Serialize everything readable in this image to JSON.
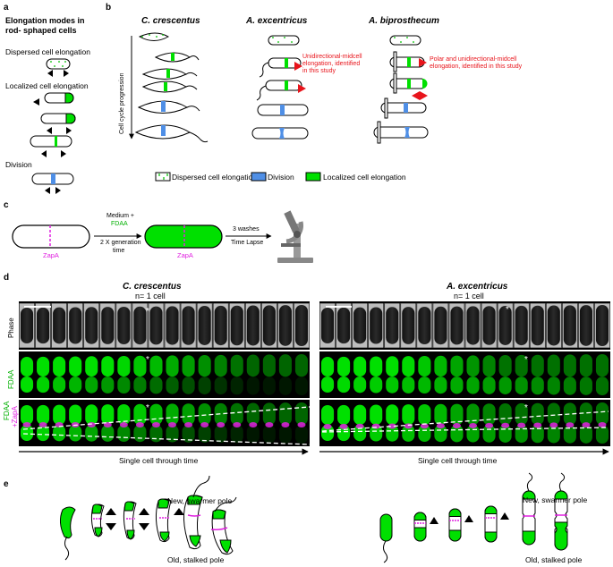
{
  "panels": {
    "a": {
      "letter": "a",
      "title_line1": "Elongation modes in",
      "title_line2": "rod- sphaped cells",
      "dispersed": "Dispersed cell elongation",
      "localized": "Localized cell elongation",
      "division": "Division"
    },
    "b": {
      "letter": "b",
      "species1": "C. crescentus",
      "species2": "A. excentricus",
      "species3": "A. biprosthecum",
      "axis_label": "Cell cycle progression",
      "note2_line1": "Unidirectional-midcell",
      "note2_line2": "elongation, identified",
      "note2_line3": "in this study",
      "note3_line1": "Polar and unidirectional-midcell",
      "note3_line2": "elongation, identified in this study",
      "legend_dispersed": "Dispersed cell elongation",
      "legend_division": "Division",
      "legend_localized": "Localized cell elongation"
    },
    "c": {
      "letter": "c",
      "zapa1": "ZapA",
      "zapa2": "ZapA",
      "step1_top1": "Medium +",
      "step1_top2": "FDAA",
      "step1_bottom1": "2 X generation",
      "step1_bottom2": "time",
      "step2_top": "3 washes",
      "step2_bottom": "Time Lapse"
    },
    "d": {
      "letter": "d",
      "left_species": "C. crescentus",
      "left_n": "n= 1 cell",
      "right_species": "A. excentricus",
      "right_n": "n= 1 cell",
      "row_phase": "Phase",
      "row_fdaa": "FDAA",
      "row_merge1": "FDAA",
      "row_merge2": "+ZapA",
      "asterisk": "*",
      "time_label_left": "Single cell through time",
      "time_label_right": "Single cell through time"
    },
    "e": {
      "letter": "e",
      "left_top": "New, swarmer pole",
      "left_bottom": "Old, stalked pole",
      "right_top": "New, swarmer pole",
      "right_bottom": "Old, stalked pole"
    }
  },
  "colors": {
    "green": "#00e000",
    "blue": "#4f8fe6",
    "magenta": "#e020e0",
    "red": "#e8141b",
    "black": "#000000"
  }
}
